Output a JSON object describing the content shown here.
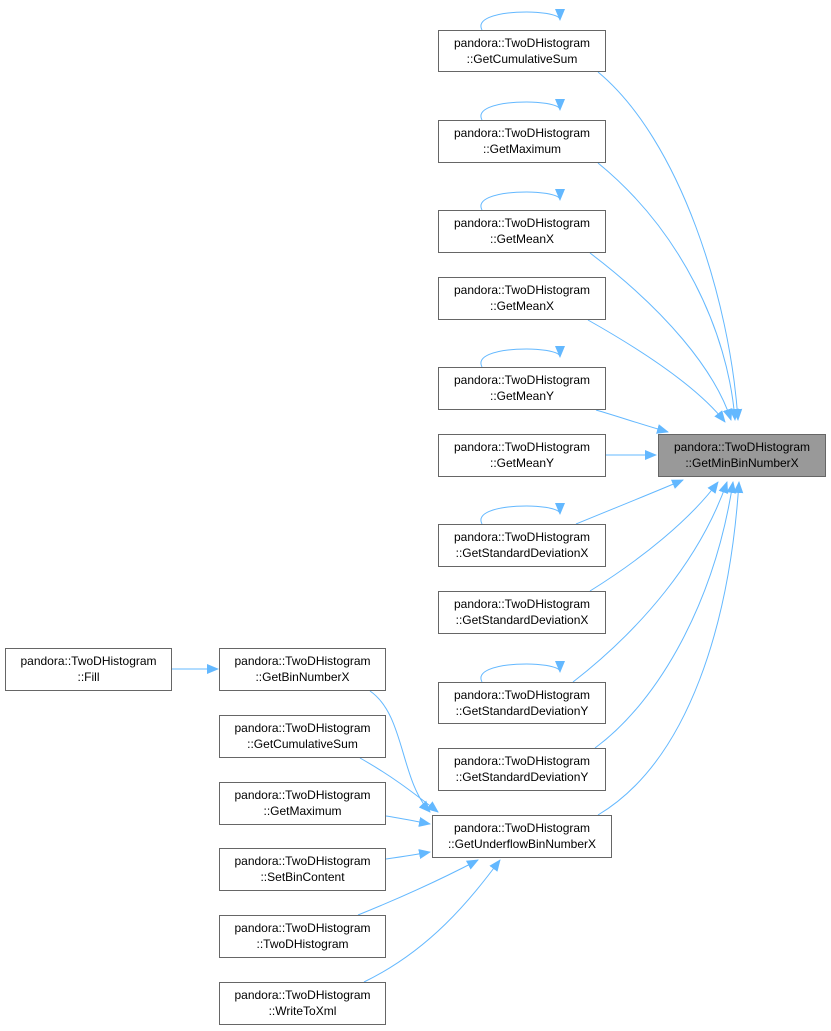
{
  "colors": {
    "edge": "#63b8ff",
    "node_border": "#666666",
    "focus_fill": "#999999"
  },
  "nodes": {
    "getminbinnumberx": {
      "line1": "pandora::TwoDHistogram",
      "line2": "::GetMinBinNumberX"
    },
    "getcumulativesum_1": {
      "line1": "pandora::TwoDHistogram",
      "line2": "::GetCumulativeSum"
    },
    "getmaximum_1": {
      "line1": "pandora::TwoDHistogram",
      "line2": "::GetMaximum"
    },
    "getmeanx_1": {
      "line1": "pandora::TwoDHistogram",
      "line2": "::GetMeanX"
    },
    "getmeanx_2": {
      "line1": "pandora::TwoDHistogram",
      "line2": "::GetMeanX"
    },
    "getmeany_1": {
      "line1": "pandora::TwoDHistogram",
      "line2": "::GetMeanY"
    },
    "getmeany_2": {
      "line1": "pandora::TwoDHistogram",
      "line2": "::GetMeanY"
    },
    "getstddevx_1": {
      "line1": "pandora::TwoDHistogram",
      "line2": "::GetStandardDeviationX"
    },
    "getstddevx_2": {
      "line1": "pandora::TwoDHistogram",
      "line2": "::GetStandardDeviationX"
    },
    "getstddevy_1": {
      "line1": "pandora::TwoDHistogram",
      "line2": "::GetStandardDeviationY"
    },
    "getstddevy_2": {
      "line1": "pandora::TwoDHistogram",
      "line2": "::GetStandardDeviationY"
    },
    "getunderflowbinnumberx": {
      "line1": "pandora::TwoDHistogram",
      "line2": "::GetUnderflowBinNumberX"
    },
    "getbinnumberx": {
      "line1": "pandora::TwoDHistogram",
      "line2": "::GetBinNumberX"
    },
    "fill": {
      "line1": "pandora::TwoDHistogram",
      "line2": "::Fill"
    },
    "getcumulativesum_2": {
      "line1": "pandora::TwoDHistogram",
      "line2": "::GetCumulativeSum"
    },
    "getmaximum_2": {
      "line1": "pandora::TwoDHistogram",
      "line2": "::GetMaximum"
    },
    "setbincontent": {
      "line1": "pandora::TwoDHistogram",
      "line2": "::SetBinContent"
    },
    "twodhistogram": {
      "line1": "pandora::TwoDHistogram",
      "line2": "::TwoDHistogram"
    },
    "writetoxml": {
      "line1": "pandora::TwoDHistogram",
      "line2": "::WriteToXml"
    }
  }
}
